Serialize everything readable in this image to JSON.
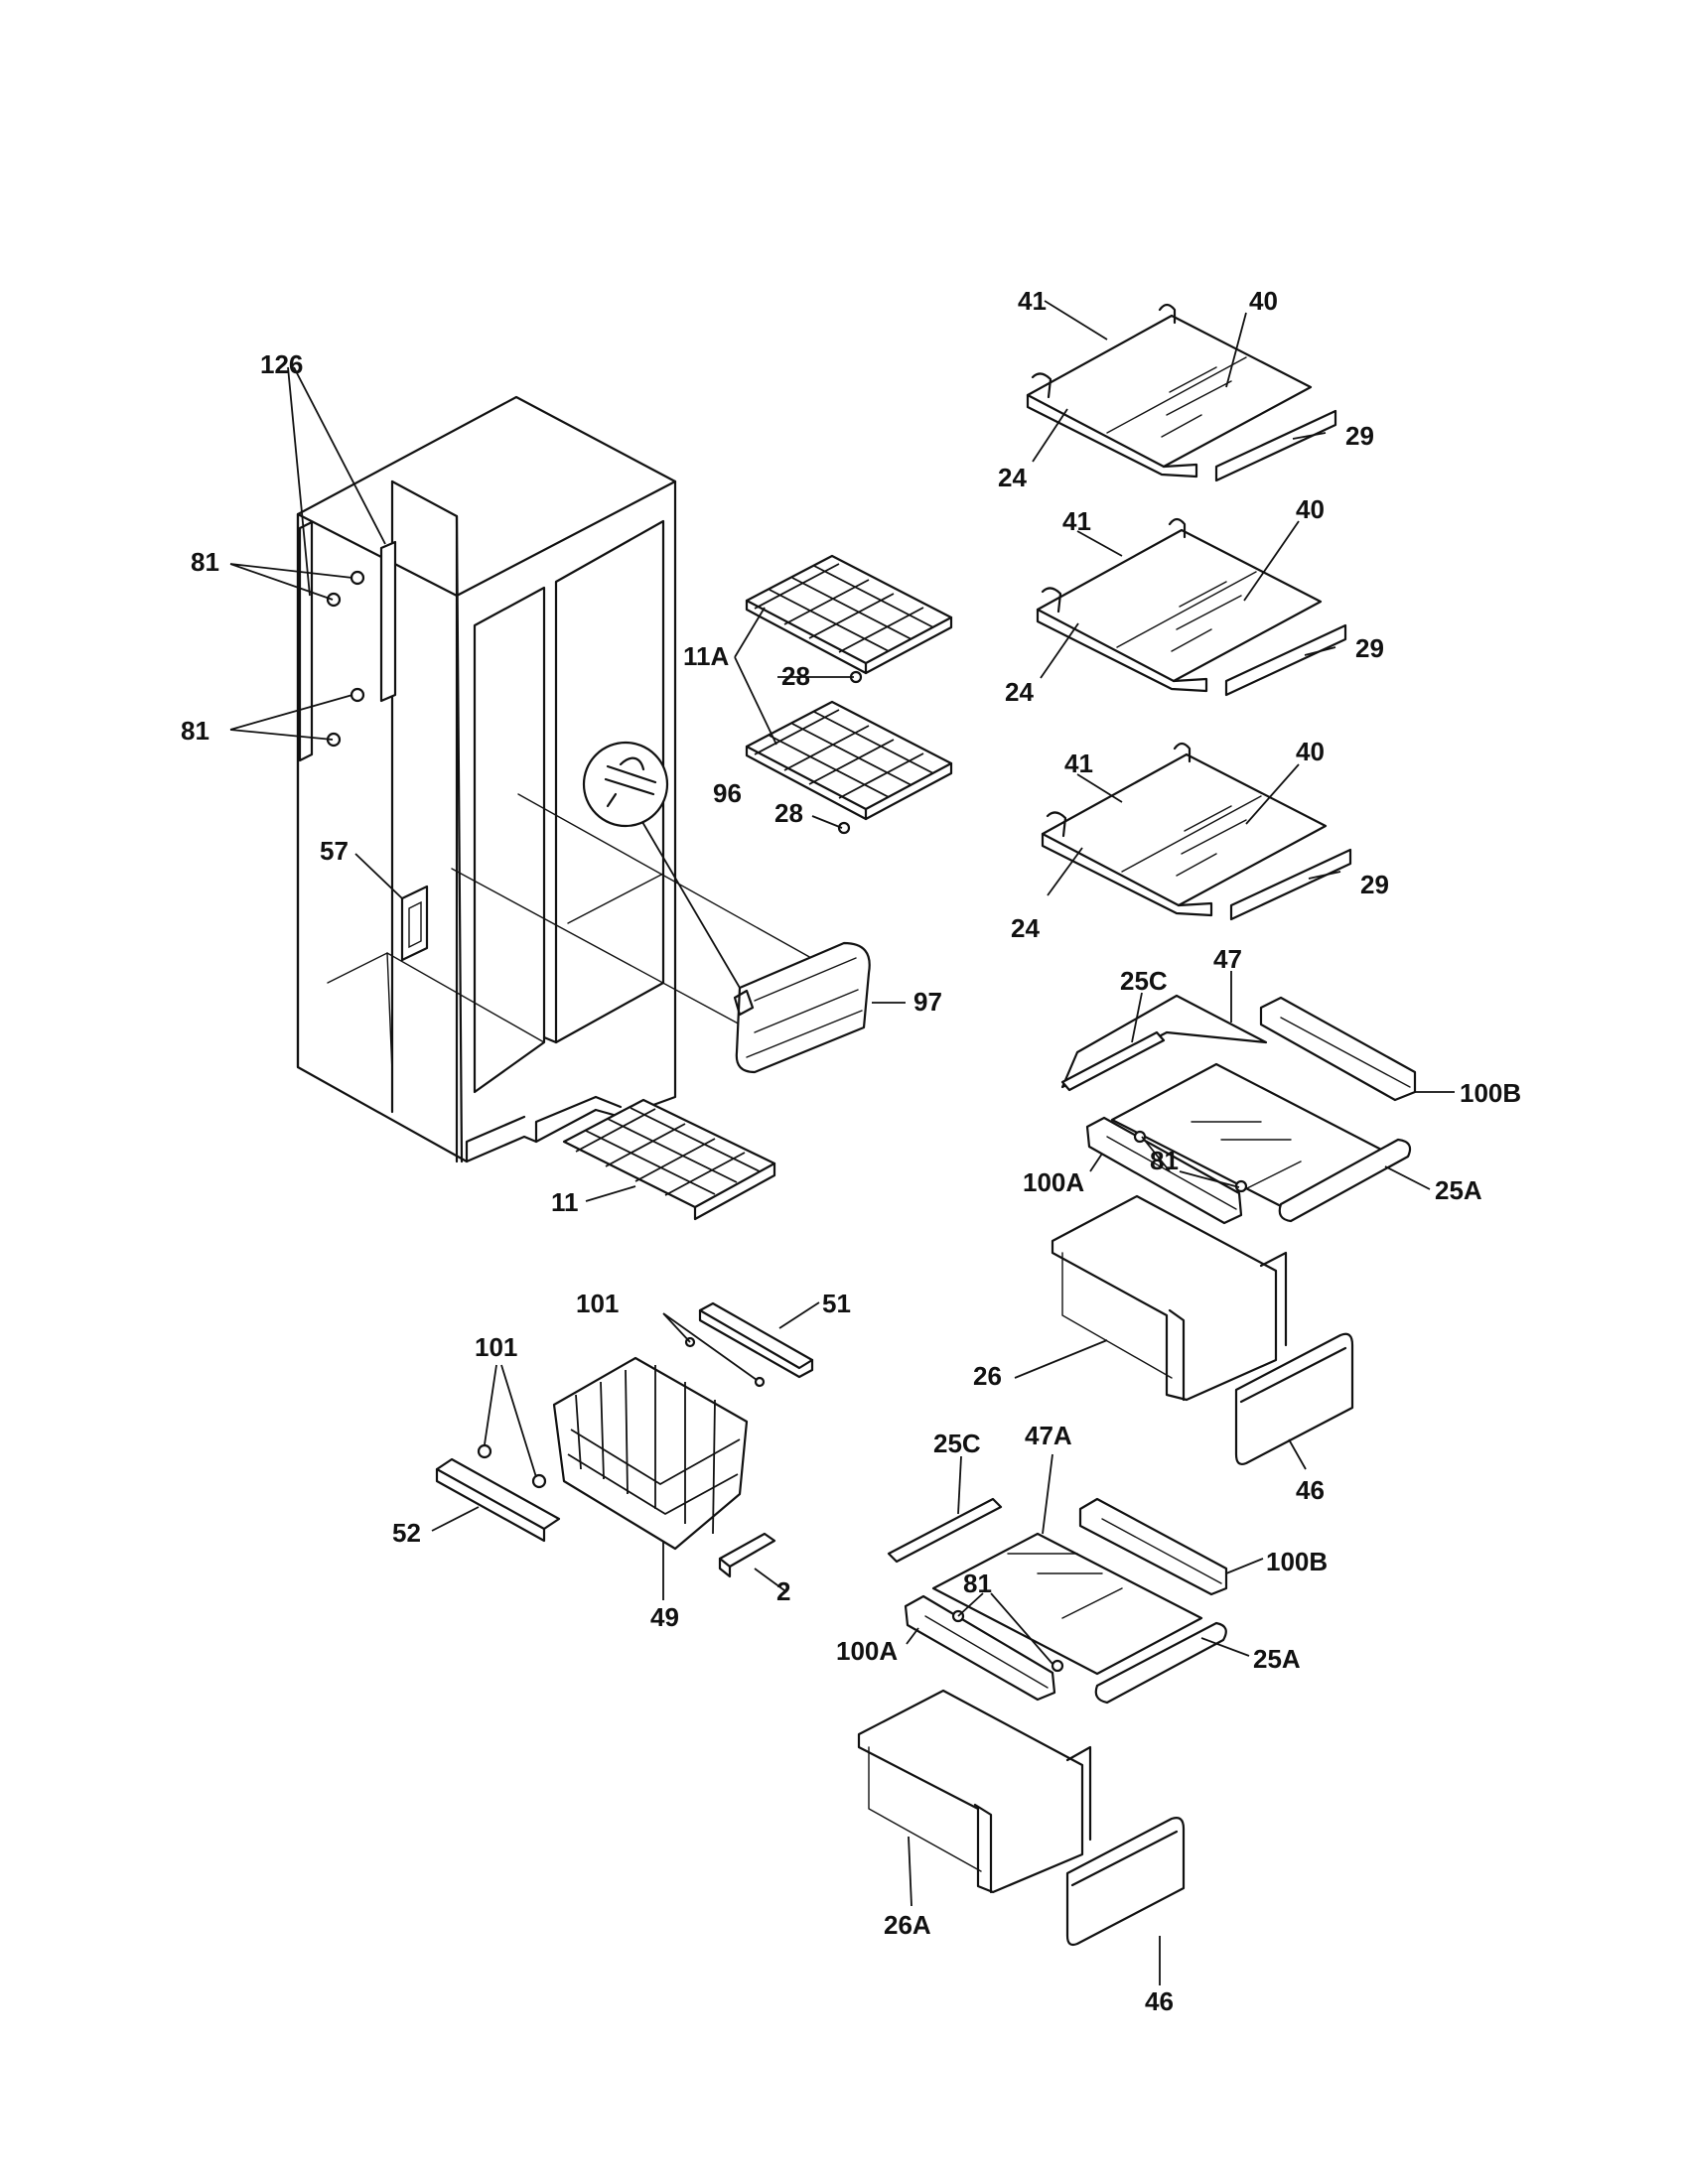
{
  "labels": {
    "p126": "126",
    "p81a": "81",
    "p81b": "81",
    "p57": "57",
    "p11a": "11A",
    "p28a": "28",
    "p28b": "28",
    "p96": "96",
    "p97": "97",
    "p11": "11",
    "s1_41": "41",
    "s1_40": "40",
    "s1_29": "29",
    "s1_24": "24",
    "s2_41": "41",
    "s2_40": "40",
    "s2_29": "29",
    "s2_24": "24",
    "s3_41": "41",
    "s3_40": "40",
    "s3_29": "29",
    "s3_24": "24",
    "c1_25c": "25C",
    "c1_47": "47",
    "c1_81": "81",
    "c1_100b": "100B",
    "c1_100a": "100A",
    "c1_25a": "25A",
    "p26": "26",
    "p46a": "46",
    "p101a": "101",
    "p51": "51",
    "p101b": "101",
    "p52": "52",
    "p49": "49",
    "p2": "2",
    "c2_25c": "25C",
    "c2_47a": "47A",
    "c2_81": "81",
    "c2_100b": "100B",
    "c2_100a": "100A",
    "c2_25a": "25A",
    "p26a": "26A",
    "p46b": "46"
  }
}
